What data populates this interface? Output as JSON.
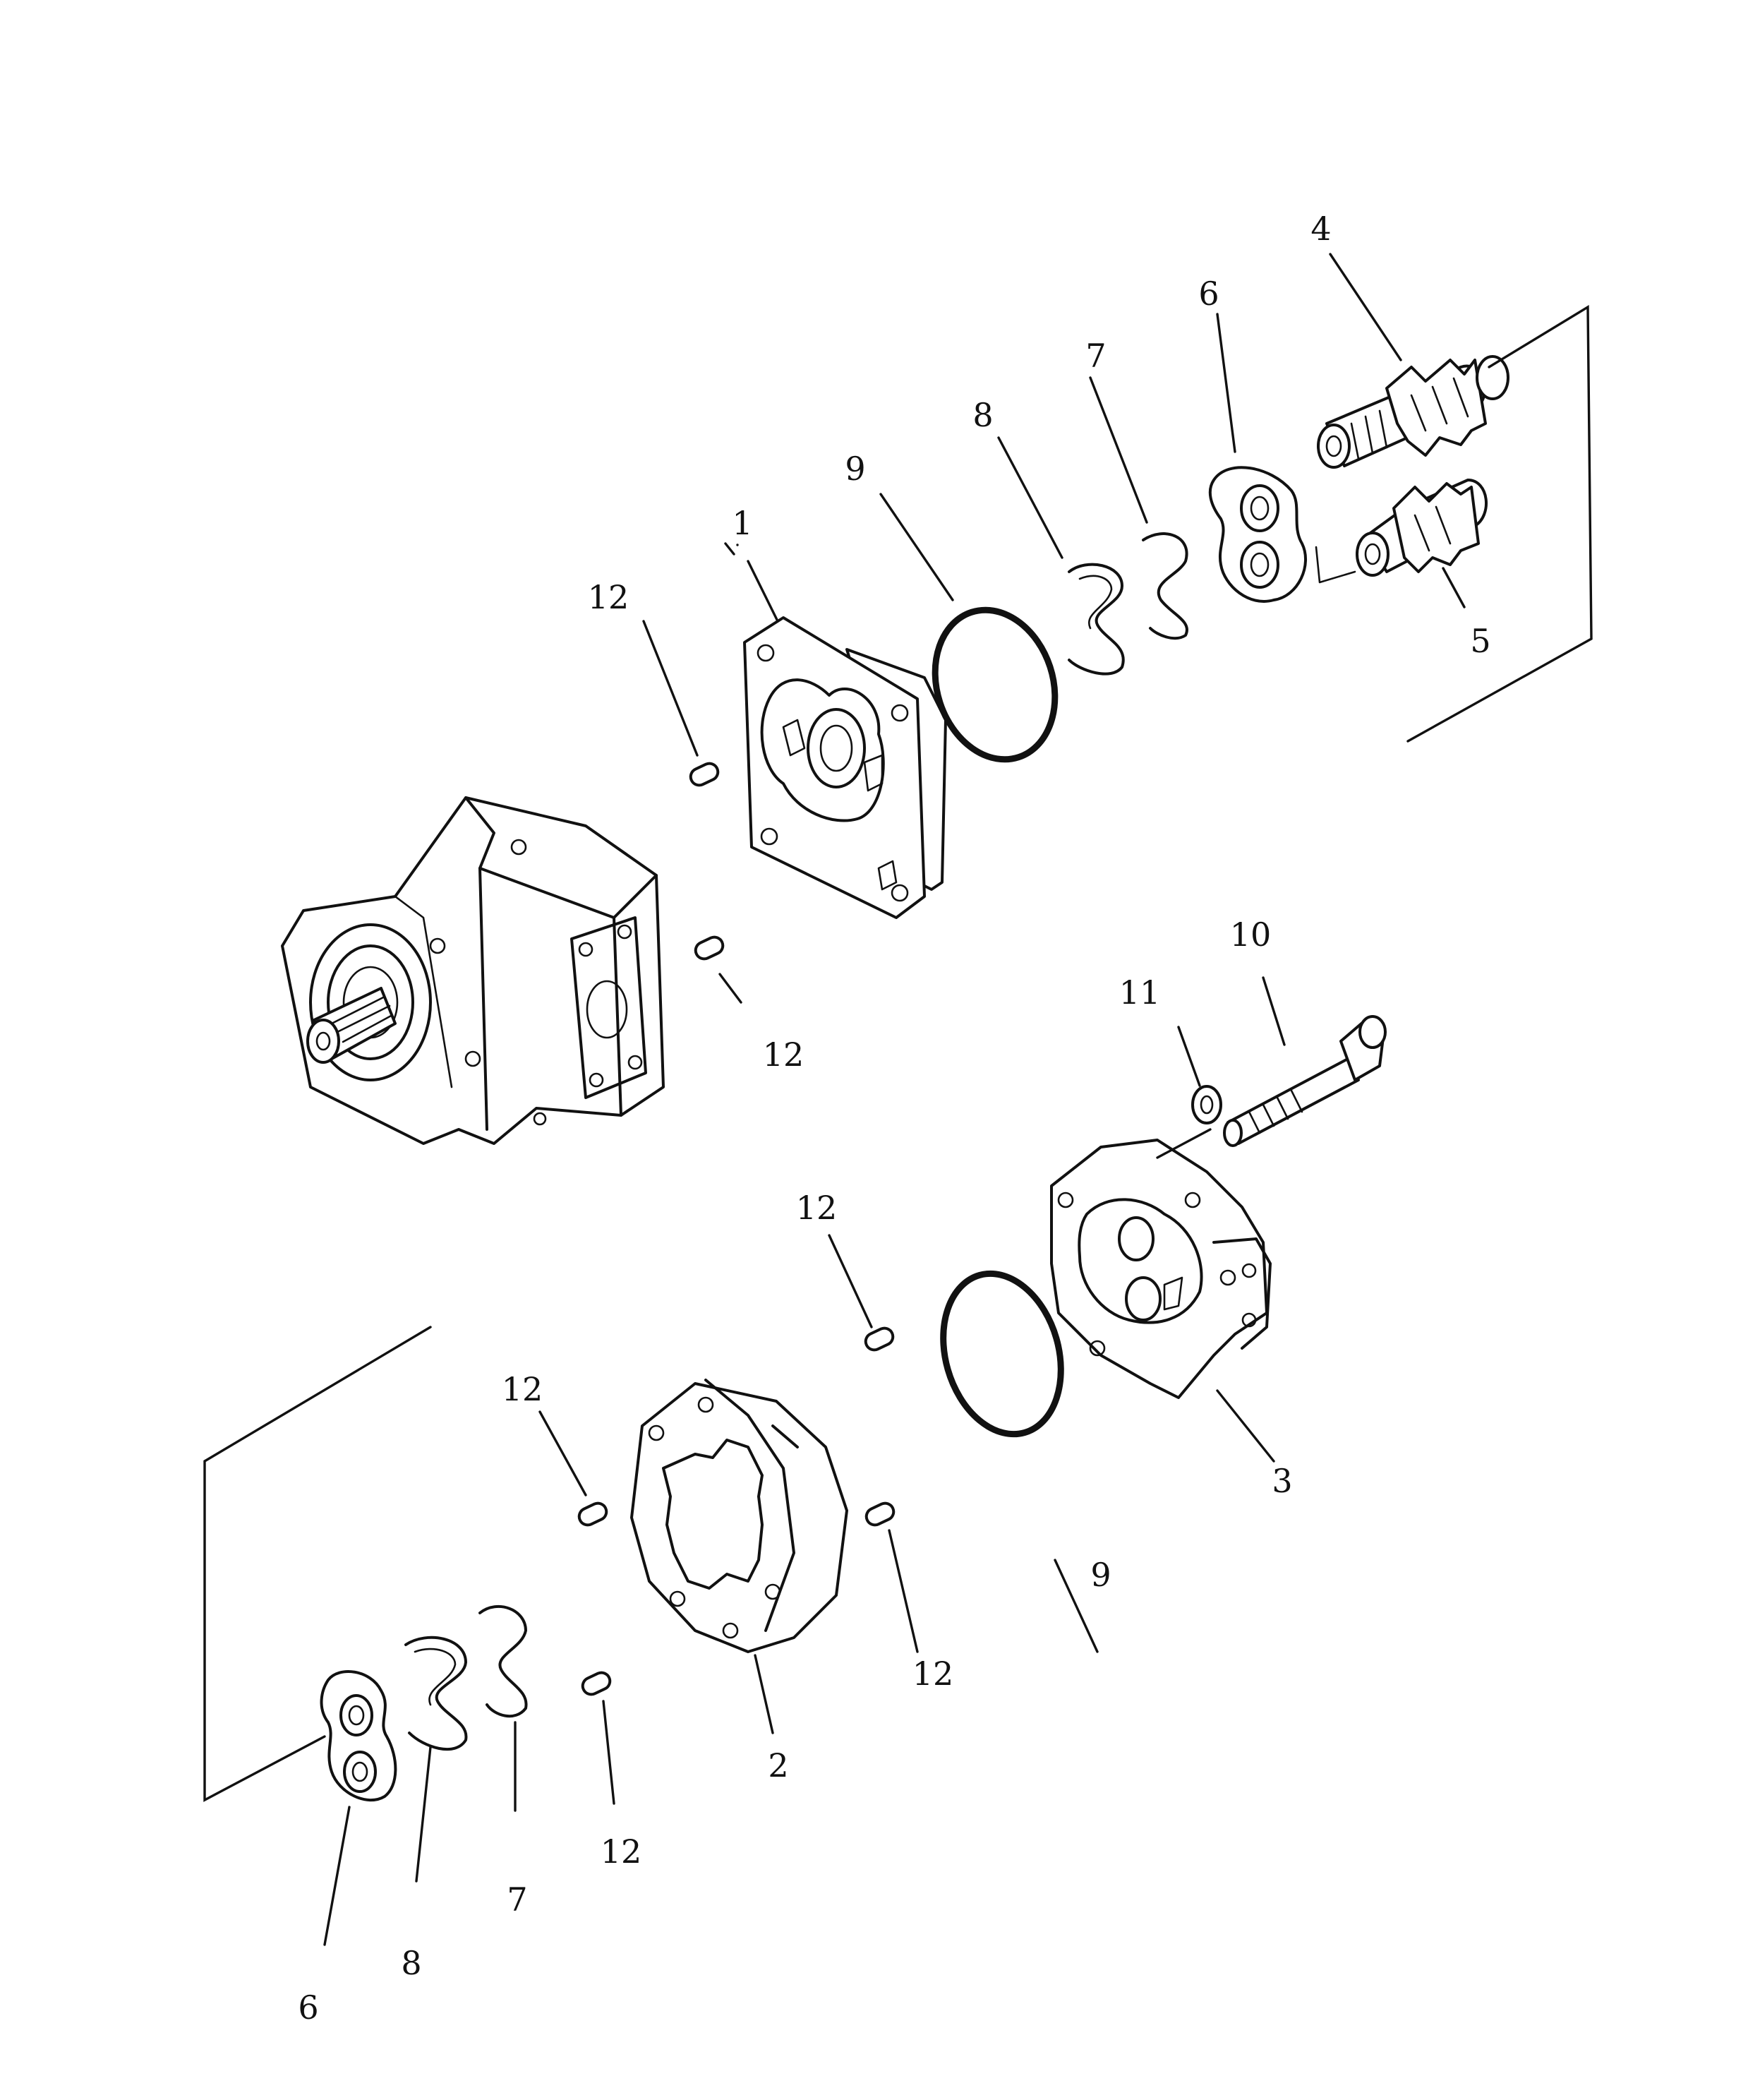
{
  "diagram": {
    "labels": {
      "part_1": "1",
      "part_2": "2",
      "part_3": "3",
      "part_4": "4",
      "part_5": "5",
      "part_6": "6",
      "part_7": "7",
      "part_8": "8",
      "part_9": "9",
      "part_10": "10",
      "part_11": "11",
      "part_12": "12"
    },
    "colors": {
      "line": "#111111",
      "background": "#ffffff"
    }
  }
}
